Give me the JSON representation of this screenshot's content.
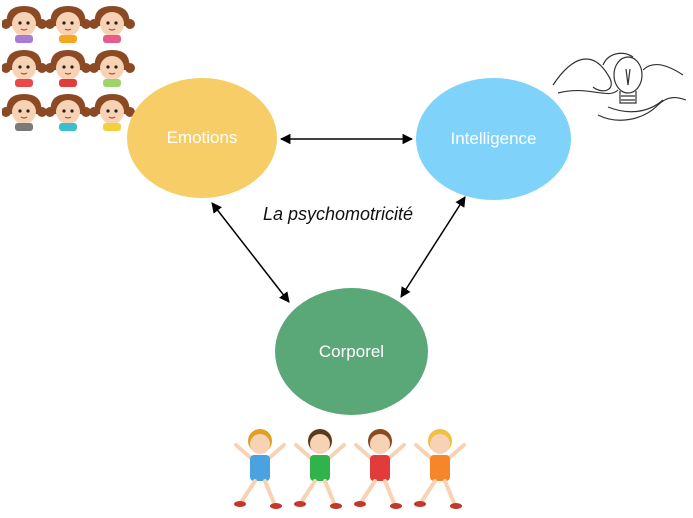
{
  "diagram": {
    "title": "La psychomotricité",
    "nodes": {
      "emotions": {
        "label": "Emotions",
        "color": "#f7cd67"
      },
      "intelligence": {
        "label": "Intelligence",
        "color": "#7fd3fb"
      },
      "corporel": {
        "label": "Corporel",
        "color": "#5aa877"
      }
    },
    "edges": [
      {
        "from": "Emotions",
        "to": "Intelligence",
        "type": "bidirectional"
      },
      {
        "from": "Emotions",
        "to": "Corporel",
        "type": "bidirectional"
      },
      {
        "from": "Intelligence",
        "to": "Corporel",
        "type": "bidirectional"
      }
    ]
  },
  "illustrations": {
    "faces_grid": "children-emotion-faces-icon",
    "hand_bulb": "hand-lightbulb-sketch-icon",
    "children": "jumping-children-icon",
    "face_colors": [
      "#a77bd6",
      "#f5a623",
      "#e85a8a",
      "#e84a4a",
      "#e23b3b",
      "#9fd46a",
      "#7a7a7a",
      "#3bbfcf",
      "#f2d13b"
    ],
    "kids_colors": [
      "#4aa3e0",
      "#2fb34a",
      "#e23b3b",
      "#f5862a"
    ]
  }
}
